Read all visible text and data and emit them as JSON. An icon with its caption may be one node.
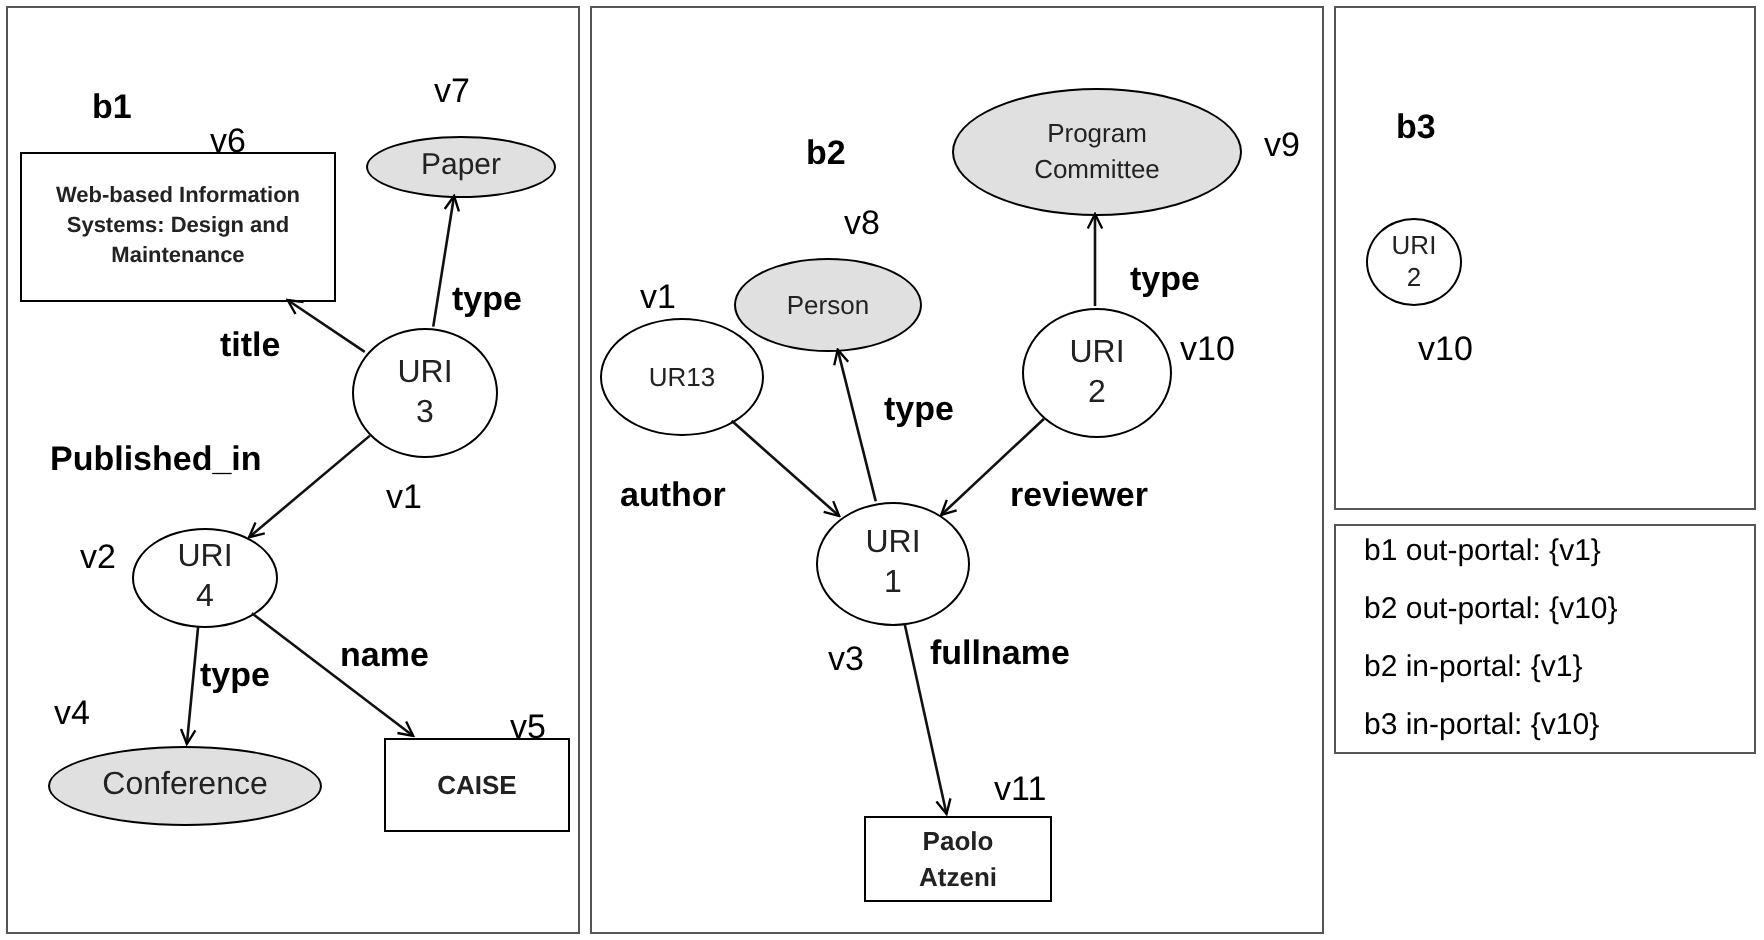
{
  "diagram": {
    "nodes": [
      {
        "text": [
          "b1"
        ]
      },
      {
        "text": [
          "Web-based Information Systems: Design and Maintenance"
        ],
        "beside": [
          "v6"
        ],
        "in": 0
      },
      {
        "text": [
          "Paper"
        ],
        "beside": [
          "v7"
        ],
        "in": 0
      },
      {
        "text": [
          "URI 3"
        ],
        "beside": [
          "v1"
        ],
        "in": 0
      },
      {
        "text": [
          "URI 4"
        ],
        "beside": [
          "v2"
        ],
        "in": 0
      },
      {
        "text": [
          "Conference"
        ],
        "beside": [
          "v4"
        ],
        "in": 0
      },
      {
        "text": [
          "CAISE"
        ],
        "beside": [
          "v5"
        ],
        "in": 0
      },
      {
        "text": [
          "b2"
        ]
      },
      {
        "text": [
          "Program Committee"
        ],
        "beside": [
          "v9"
        ],
        "in": 7
      },
      {
        "text": [
          "Person"
        ],
        "beside": [
          "v8"
        ],
        "in": 7
      },
      {
        "text": [
          "UR13"
        ],
        "beside": [
          "v1"
        ],
        "in": 7
      },
      {
        "text": [
          "URI 2"
        ],
        "beside": [
          "v10"
        ],
        "in": 7
      },
      {
        "text": [
          "URI 1"
        ],
        "beside": [
          "v3"
        ],
        "in": 7
      },
      {
        "text": [
          "Paolo Atzeni"
        ],
        "beside": [
          "v11"
        ],
        "in": 7
      },
      {
        "text": [
          "b3"
        ]
      },
      {
        "text": [
          "URI 2"
        ],
        "beside": [
          "v10"
        ],
        "in": 14
      },
      {
        "text": [
          "b1 out-portal: {v1}",
          "b2 out-portal: {v10}",
          "b2 in-portal: {v1}",
          "b3 in-portal: {v10}"
        ]
      }
    ],
    "edges": [
      {
        "from": 3,
        "to": 2,
        "arrow": "to",
        "label": "type"
      },
      {
        "from": 3,
        "to": 1,
        "arrow": "to",
        "label": "title"
      },
      {
        "from": 3,
        "to": 4,
        "arrow": "to",
        "label": "Published_in"
      },
      {
        "from": 4,
        "to": 5,
        "arrow": "to",
        "label": "type"
      },
      {
        "from": 4,
        "to": 6,
        "arrow": "to",
        "label": "name"
      },
      {
        "from": 10,
        "to": 12,
        "arrow": "to",
        "label": "author"
      },
      {
        "from": 12,
        "to": 9,
        "arrow": "to",
        "label": "type"
      },
      {
        "from": 11,
        "to": 12,
        "arrow": "to",
        "label": "reviewer"
      },
      {
        "from": 11,
        "to": 8,
        "arrow": "to",
        "label": "type"
      },
      {
        "from": 12,
        "to": 13,
        "arrow": "to",
        "label": "fullname"
      }
    ]
  }
}
